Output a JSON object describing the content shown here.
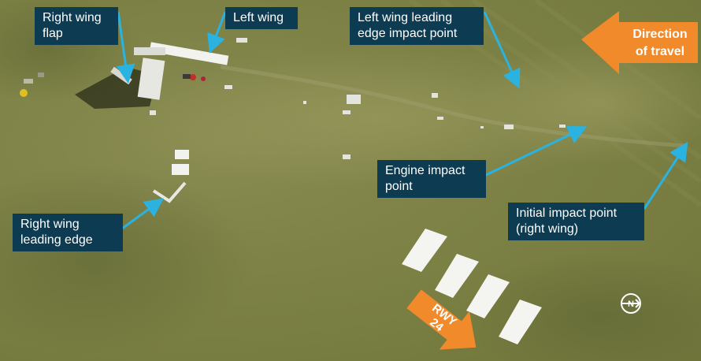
{
  "colors": {
    "grass": "#7f8347",
    "label_bg": "#0d3b52",
    "label_text": "#ffffff",
    "pointer": "#2ab3e0",
    "accent_arrow": "#f08a2b"
  },
  "labels": {
    "right_wing_flap": "Right wing flap",
    "left_wing": "Left wing",
    "left_wing_leading_edge_impact": "Left wing leading edge impact point",
    "engine_impact": "Engine impact point",
    "right_wing_leading_edge": "Right wing leading edge",
    "initial_impact": "Initial impact point (right wing)"
  },
  "direction_arrow": {
    "line1": "Direction",
    "line2": "of travel"
  },
  "runway_arrow": {
    "line1": "RWY",
    "line2": "24"
  },
  "icons": {
    "north": "north-compass-icon"
  }
}
